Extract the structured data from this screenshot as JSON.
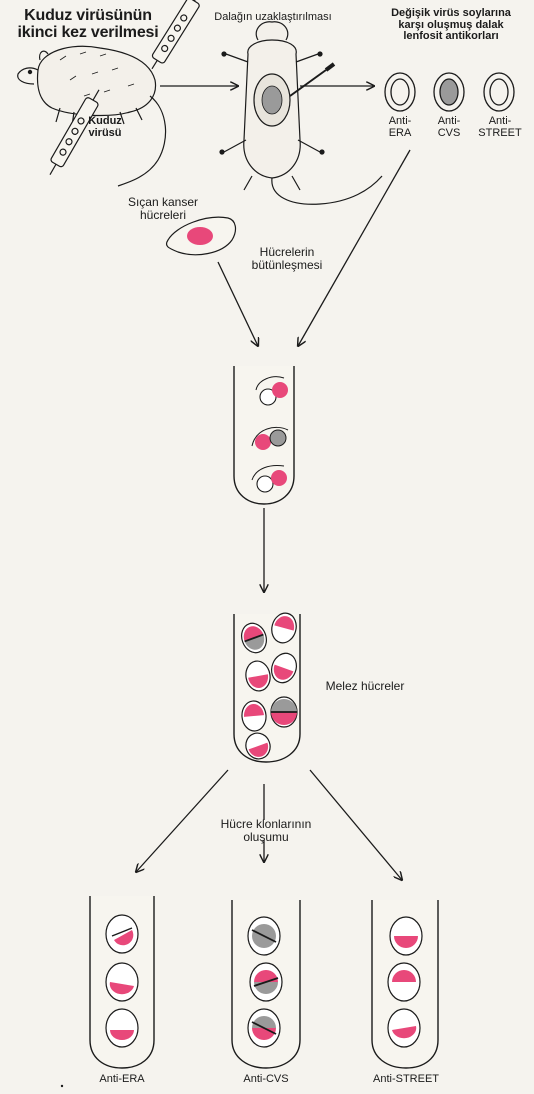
{
  "labels": {
    "injection_title_line1": "Kuduz virüsünün",
    "injection_title_line2": "ikinci kez verilmesi",
    "virus_line1": "Kuduz",
    "virus_line2": "virüsü",
    "spleen_removal": "Dalağın uzaklaştırılması",
    "antibody_line1": "Değişik virüs soylarına",
    "antibody_line2": "karşı oluşmuş dalak",
    "antibody_line3": "lenfosit antikorları",
    "anti_era_line1": "Anti-",
    "anti_era_line2": "ERA",
    "anti_cvs_line1": "Anti-",
    "anti_cvs_line2": "CVS",
    "anti_street_line1": "Anti-",
    "anti_street_line2": "STREET",
    "cancer_line1": "Sıçan kanser",
    "cancer_line2": "hücreleri",
    "fusion_line1": "Hücrelerin",
    "fusion_line2": "bütünleşmesi",
    "hybrid": "Melez hücreler",
    "clone_line1": "Hücre klonlarının",
    "clone_line2": "oluşumu",
    "bottom_era": "Anti-ERA",
    "bottom_cvs": "Anti-CVS",
    "bottom_street": "Anti-STREET"
  },
  "colors": {
    "pink": "#e8487a",
    "gray": "#9a9a9a",
    "ink": "#1b1b1b",
    "paper": "#f5f3ee"
  }
}
